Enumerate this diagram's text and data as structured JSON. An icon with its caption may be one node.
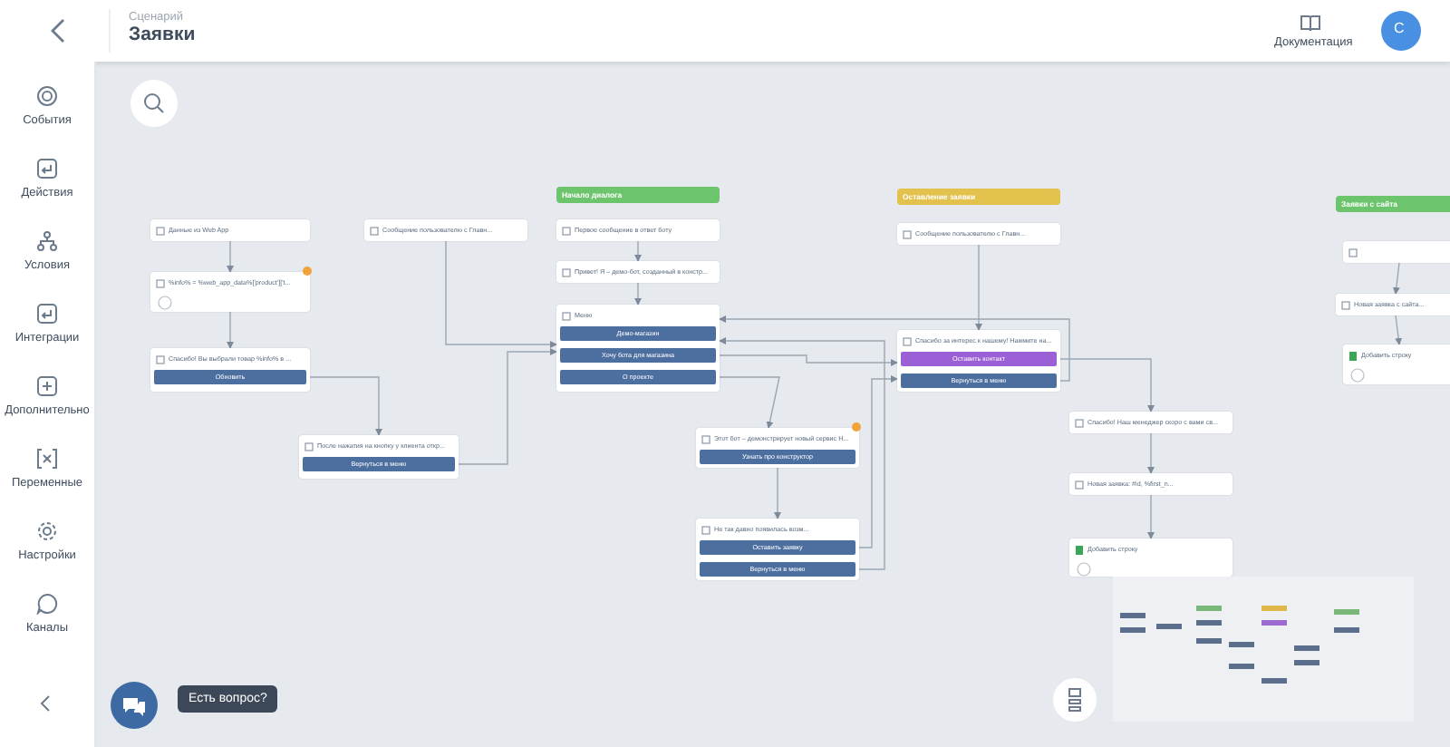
{
  "diagram": {
    "nodes": [
      {
        "text": [
          "Данные из Web App"
        ]
      },
      {
        "text": [
          "%info% = %web_app_data%['product']['t..."
        ]
      },
      {
        "text": [
          "Спасибо! Вы выбрали товар %info% в ..."
        ]
      },
      {
        "text": [
          "Обновить"
        ],
        "in": 2
      },
      {
        "text": [
          "Сообщение пользователю с Главн..."
        ]
      },
      {
        "text": [
          "После нажатия на кнопку у клиента откр..."
        ]
      },
      {
        "text": [
          "Вернуться в меню"
        ],
        "in": 5
      },
      {
        "text": [
          "Начало диалога"
        ]
      },
      {
        "text": [
          "Первое сообщение в ответ боту"
        ]
      },
      {
        "text": [
          "Привет! Я – демо-бот, созданный в констр..."
        ]
      },
      {
        "text": [
          "Меню"
        ]
      },
      {
        "text": [
          "Демо-магазин"
        ],
        "in": 10
      },
      {
        "text": [
          "Хочу бота для магазина"
        ],
        "in": 10
      },
      {
        "text": [
          "О проекте"
        ],
        "in": 10
      },
      {
        "text": [
          "Оставление заявки"
        ]
      },
      {
        "text": [
          "Сообщение пользователю с Главн..."
        ]
      },
      {
        "text": [
          "Спасибо за интерес к нашему! Нажмите на..."
        ]
      },
      {
        "text": [
          "Оставить контакт"
        ],
        "in": 16
      },
      {
        "text": [
          "Вернуться в меню"
        ],
        "in": 16
      },
      {
        "text": [
          "Этот бот – демонстрирует новый сервис Н..."
        ]
      },
      {
        "text": [
          "Узнать про конструктор"
        ],
        "in": 19
      },
      {
        "text": [
          "Не так давно появилась возм..."
        ]
      },
      {
        "text": [
          "Оставить заявку"
        ],
        "in": 21
      },
      {
        "text": [
          "Вернуться в меню"
        ],
        "in": 21
      },
      {
        "text": [
          "Спасибо! Наш менеджер скоро с вами св..."
        ]
      },
      {
        "text": [
          "Новая заявка: #id, %first_n..."
        ]
      },
      {
        "text": [
          "Добавить строку"
        ]
      },
      {
        "text": [
          "Заявки с сайта"
        ]
      },
      {
        "text": [],
        "shape": "box"
      },
      {
        "text": [
          "Новая заявка с сайта..."
        ]
      },
      {
        "text": [
          "Добавить строку"
        ]
      }
    ],
    "edges": [
      {
        "from": 0,
        "to": 1,
        "arrow": "to"
      },
      {
        "from": 1,
        "to": 2,
        "arrow": "to"
      },
      {
        "from": 3,
        "to": 5,
        "arrow": "to"
      },
      {
        "from": 4,
        "to": 10,
        "arrow": "to"
      },
      {
        "from": 6,
        "to": 10,
        "arrow": "to"
      },
      {
        "from": 8,
        "to": 9,
        "arrow": "to"
      },
      {
        "from": 9,
        "to": 10,
        "arrow": "to"
      },
      {
        "from": 12,
        "to": 16,
        "arrow": "to"
      },
      {
        "from": 13,
        "to": 19,
        "arrow": "to"
      },
      {
        "from": 19,
        "to": 21,
        "arrow": "to"
      },
      {
        "from": 22,
        "to": 16,
        "arrow": "to"
      },
      {
        "from": 23,
        "to": 10,
        "arrow": "to"
      },
      {
        "from": 15,
        "to": 16,
        "arrow": "to"
      },
      {
        "from": 17,
        "to": 24,
        "arrow": "to"
      },
      {
        "from": 18,
        "to": 10,
        "arrow": "to"
      },
      {
        "from": 24,
        "to": 25,
        "arrow": "to"
      },
      {
        "from": 25,
        "to": 26,
        "arrow": "to"
      },
      {
        "from": 28,
        "to": 29,
        "arrow": "to"
      },
      {
        "from": 29,
        "to": 30,
        "arrow": "to"
      }
    ],
    "labels": [
      "Сценарий",
      "Заявки",
      "Документация",
      "С",
      "События",
      "Действия",
      "Условия",
      "Интеграции",
      "Дополнительно",
      "Переменные",
      "Настройки",
      "Каналы",
      "Есть вопрос?"
    ]
  }
}
